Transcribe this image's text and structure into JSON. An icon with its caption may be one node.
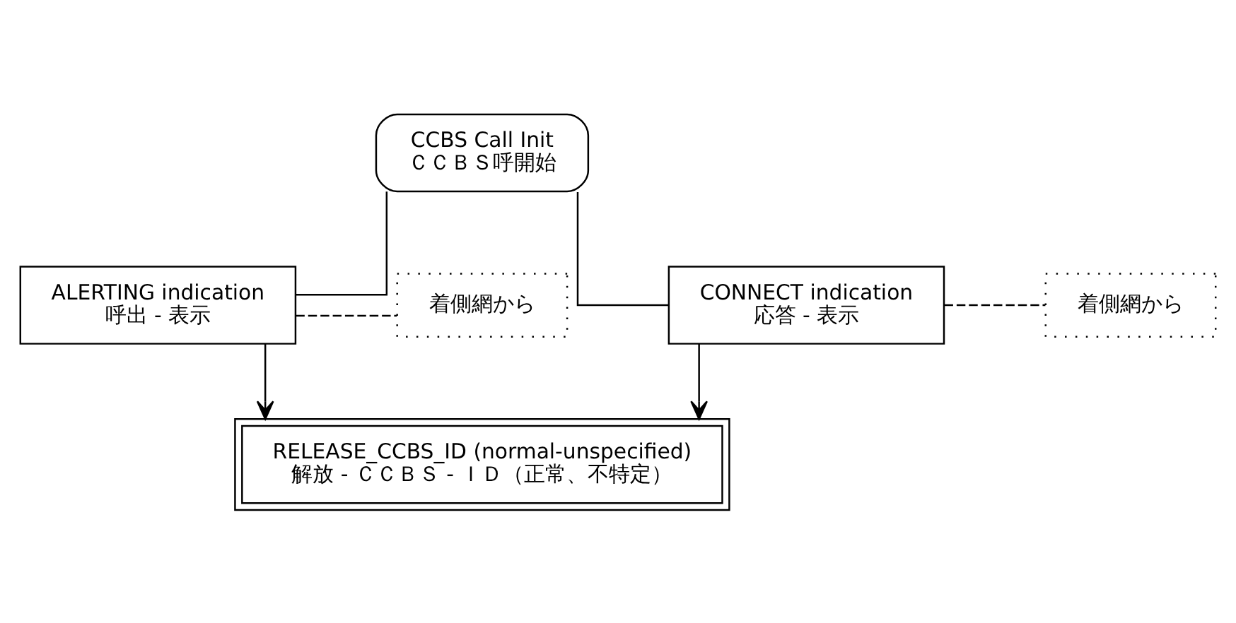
{
  "diagram": {
    "nodes": [
      {
        "text": [
          "CCBS Call Init",
          "ＣＣＢＳ呼開始"
        ]
      },
      {
        "text": [
          "ALERTING indication",
          "呼出 - 表示"
        ]
      },
      {
        "text": [
          "着側網から"
        ]
      },
      {
        "text": [
          "CONNECT indication",
          "応答 - 表示"
        ]
      },
      {
        "text": [
          "着側網から"
        ]
      },
      {
        "text": [
          "RELEASE_CCBS_ID (normal-unspecified)",
          "解放 - ＣＣＢＳ - ＩＤ（正常、不特定）"
        ]
      }
    ],
    "edges": [
      {
        "from": 0,
        "to": 1,
        "arrow": "none"
      },
      {
        "from": 0,
        "to": 3,
        "arrow": "none"
      },
      {
        "from": 1,
        "to": 2,
        "arrow": "none",
        "style": "dashed"
      },
      {
        "from": 3,
        "to": 4,
        "arrow": "none",
        "style": "dashed"
      },
      {
        "from": 1,
        "to": 5,
        "arrow": "to"
      },
      {
        "from": 3,
        "to": 5,
        "arrow": "to"
      }
    ]
  }
}
